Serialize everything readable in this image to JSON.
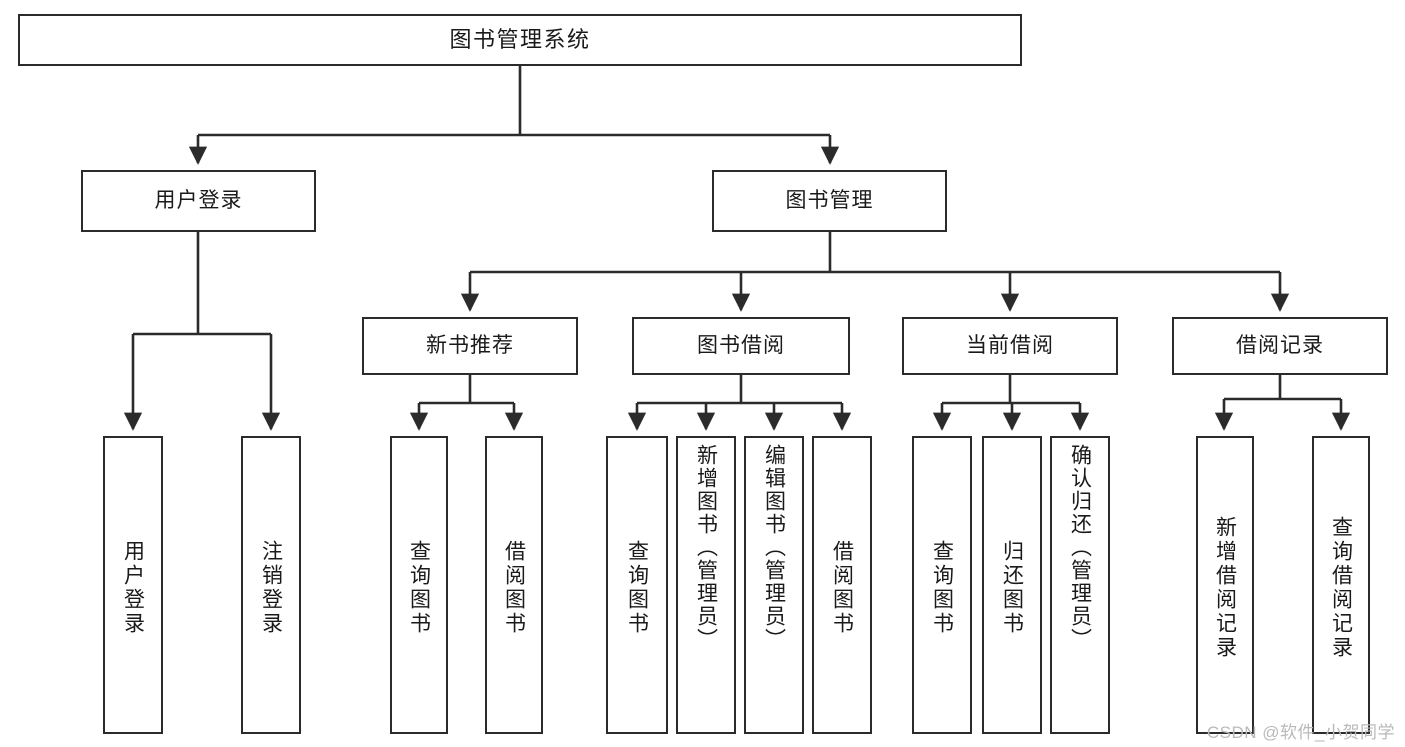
{
  "diagram": {
    "title": "图书管理系统",
    "type": "tree",
    "watermark": "CSDN @软件_小贺同学",
    "colors": {
      "stroke": "#2b2b2b",
      "fill": "#ffffff",
      "text": "#1a1a1a",
      "watermark": "#b9b9b9"
    },
    "levels": {
      "root": "图书管理系统",
      "level2": [
        "用户登录",
        "图书管理"
      ],
      "level3": [
        "新书推荐",
        "图书借阅",
        "当前借阅",
        "借阅记录"
      ]
    },
    "nodes": {
      "root": {
        "label": "图书管理系统"
      },
      "user_login": {
        "label": "用户登录"
      },
      "book_manage": {
        "label": "图书管理"
      },
      "new_book_rec": {
        "label": "新书推荐"
      },
      "book_borrow": {
        "label": "图书借阅"
      },
      "current_borrow": {
        "label": "当前借阅"
      },
      "borrow_record": {
        "label": "借阅记录"
      },
      "leaf_user_login": {
        "label": "用户登录"
      },
      "leaf_logout": {
        "label": "注销登录"
      },
      "leaf_query_book_1": {
        "label": "查询图书"
      },
      "leaf_borrow_book_1": {
        "label": "借阅图书"
      },
      "leaf_query_book_2": {
        "label": "查询图书"
      },
      "leaf_add_book": {
        "label": "新增图书（管理员）"
      },
      "leaf_edit_book": {
        "label": "编辑图书（管理员）"
      },
      "leaf_borrow_book_2": {
        "label": "借阅图书"
      },
      "leaf_query_book_3": {
        "label": "查询图书"
      },
      "leaf_return_book": {
        "label": "归还图书"
      },
      "leaf_confirm_return": {
        "label": "确认归还（管理员）"
      },
      "leaf_add_record": {
        "label": "新增借阅记录"
      },
      "leaf_query_record": {
        "label": "查询借阅记录"
      }
    },
    "edges": [
      {
        "from": "root",
        "to": "user_login"
      },
      {
        "from": "root",
        "to": "book_manage"
      },
      {
        "from": "user_login",
        "to": "leaf_user_login"
      },
      {
        "from": "user_login",
        "to": "leaf_logout"
      },
      {
        "from": "book_manage",
        "to": "new_book_rec"
      },
      {
        "from": "book_manage",
        "to": "book_borrow"
      },
      {
        "from": "book_manage",
        "to": "current_borrow"
      },
      {
        "from": "book_manage",
        "to": "borrow_record"
      },
      {
        "from": "new_book_rec",
        "to": "leaf_query_book_1"
      },
      {
        "from": "new_book_rec",
        "to": "leaf_borrow_book_1"
      },
      {
        "from": "book_borrow",
        "to": "leaf_query_book_2"
      },
      {
        "from": "book_borrow",
        "to": "leaf_add_book"
      },
      {
        "from": "book_borrow",
        "to": "leaf_edit_book"
      },
      {
        "from": "book_borrow",
        "to": "leaf_borrow_book_2"
      },
      {
        "from": "current_borrow",
        "to": "leaf_query_book_3"
      },
      {
        "from": "current_borrow",
        "to": "leaf_return_book"
      },
      {
        "from": "current_borrow",
        "to": "leaf_confirm_return"
      },
      {
        "from": "borrow_record",
        "to": "leaf_add_record"
      },
      {
        "from": "borrow_record",
        "to": "leaf_query_record"
      }
    ]
  }
}
